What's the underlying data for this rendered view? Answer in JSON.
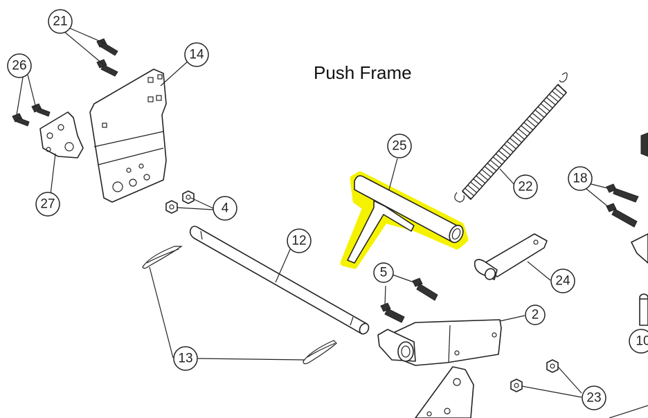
{
  "title": "Push Frame",
  "highlight_color": "#f5f200",
  "callouts": {
    "c21": "21",
    "c14": "14",
    "c26": "26",
    "c27": "27",
    "c4": "4",
    "c25": "25",
    "c22": "22",
    "c18": "18",
    "c12": "12",
    "c5": "5",
    "c24": "24",
    "c13": "13",
    "c2": "2",
    "c10": "10",
    "c23": "23"
  }
}
